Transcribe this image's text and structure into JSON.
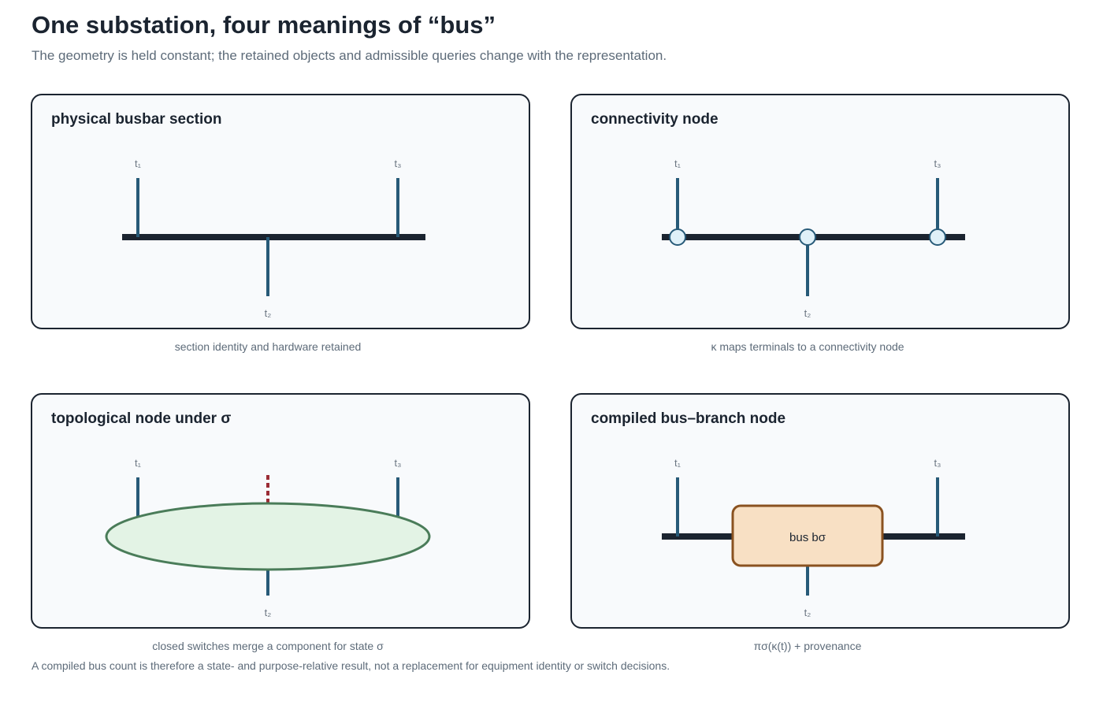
{
  "header": {
    "title": "One substation, four meanings of “bus”",
    "subtitle": "The geometry is held constant; the retained objects and admissible queries change with the representation."
  },
  "terminals": {
    "t1": "t₁",
    "t2": "t₂",
    "t3": "t₃"
  },
  "panels": {
    "physical": {
      "title": "physical busbar section",
      "caption": "section identity and hardware retained"
    },
    "connectivity": {
      "title": "connectivity node",
      "caption": "κ maps terminals to a connectivity node"
    },
    "topological": {
      "title": "topological node under σ",
      "caption": "closed switches merge a component for state σ"
    },
    "compiled": {
      "title": "compiled bus–branch node",
      "box_label": "bus bσ",
      "caption": "πσ(κ(t)) + provenance"
    }
  },
  "footnote": "A compiled bus count is therefore a state- and purpose-relative result, not a replacement for equipment identity or switch decisions.",
  "colors": {
    "bus": "#1b2430",
    "feeder": "#275a78",
    "connectivity_fill": "#dff0f8",
    "topo_fill": "#e3f3e5",
    "topo_stroke": "#4a7c59",
    "open_switch": "#9b2c35",
    "compiled_fill": "#f8e0c4",
    "compiled_stroke": "#8a5220"
  }
}
